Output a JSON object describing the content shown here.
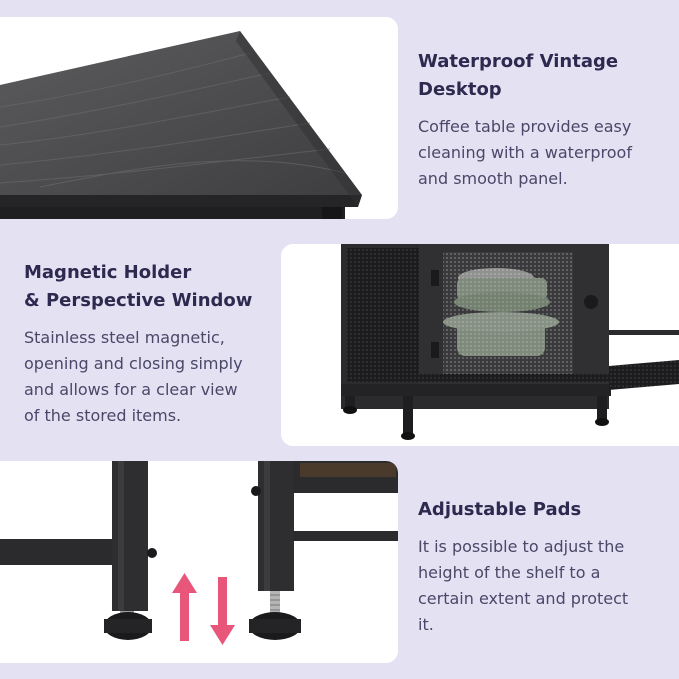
{
  "sections": [
    {
      "title_line1": "Waterproof Vintage",
      "title_line2": "Desktop",
      "desc_lines": [
        "Coffee table provides easy",
        "cleaning with a waterproof",
        "and smooth panel."
      ]
    },
    {
      "title_line1": "Magnetic Holder",
      "title_line2": "& Perspective Window",
      "desc_lines": [
        "Stainless steel magnetic,",
        "opening and closing simply",
        "and allows for a clear view",
        "of the stored items."
      ]
    },
    {
      "title_line1": "Adjustable Pads",
      "desc_lines": [
        "It is possible to adjust the",
        "height of the shelf to a",
        "certain extent and protect",
        "it."
      ]
    }
  ],
  "colors": {
    "background": "#e4e1f3",
    "panel": "#ffffff",
    "heading": "#2e2a4f",
    "body_text": "#4a4768",
    "furniture": "#2b2b2d",
    "arrow": "#e8567a",
    "dish_green": "#b7ccb0"
  }
}
